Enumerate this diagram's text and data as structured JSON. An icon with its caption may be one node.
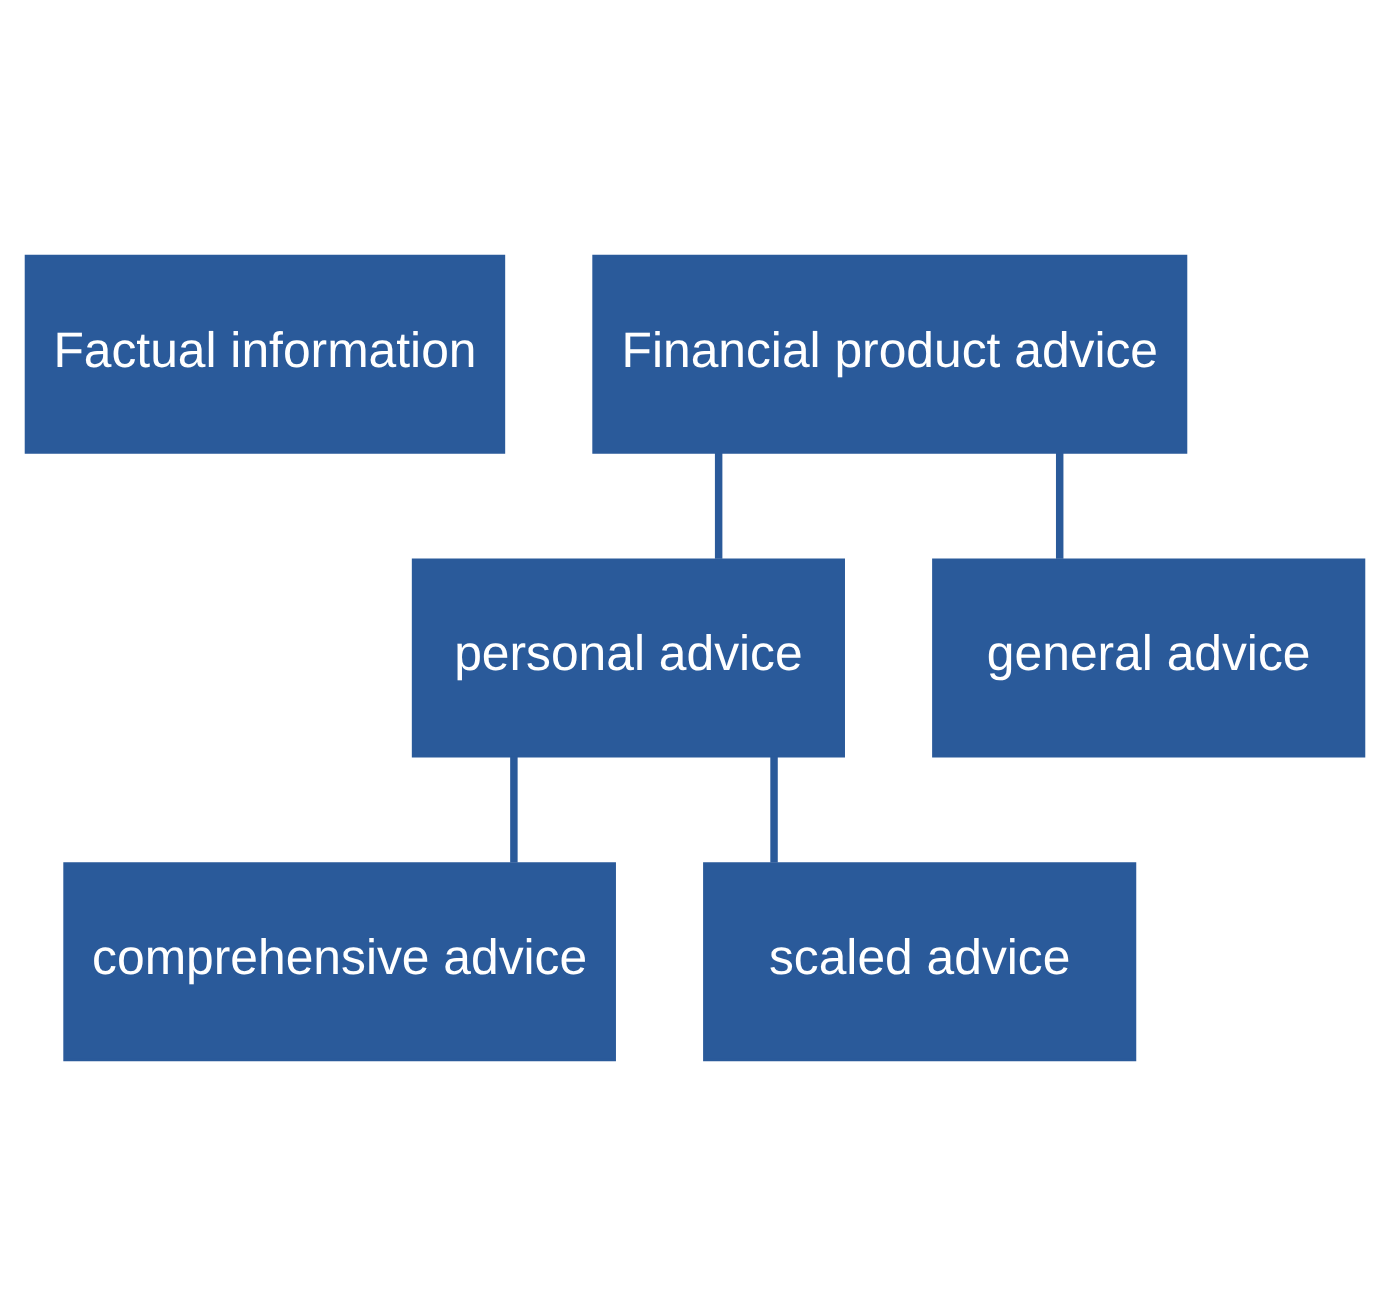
{
  "diagram": {
    "nodes": [
      {
        "text": [
          "Factual information"
        ]
      },
      {
        "text": [
          "Financial product advice"
        ]
      },
      {
        "text": [
          "personal advice"
        ]
      },
      {
        "text": [
          "general advice"
        ]
      },
      {
        "text": [
          "comprehensive advice"
        ]
      },
      {
        "text": [
          "scaled advice"
        ]
      }
    ],
    "edges": [
      {
        "from": 1,
        "to": 2,
        "arrow": "none"
      },
      {
        "from": 1,
        "to": 3,
        "arrow": "none"
      },
      {
        "from": 2,
        "to": 4,
        "arrow": "none"
      },
      {
        "from": 2,
        "to": 5,
        "arrow": "none"
      }
    ]
  }
}
